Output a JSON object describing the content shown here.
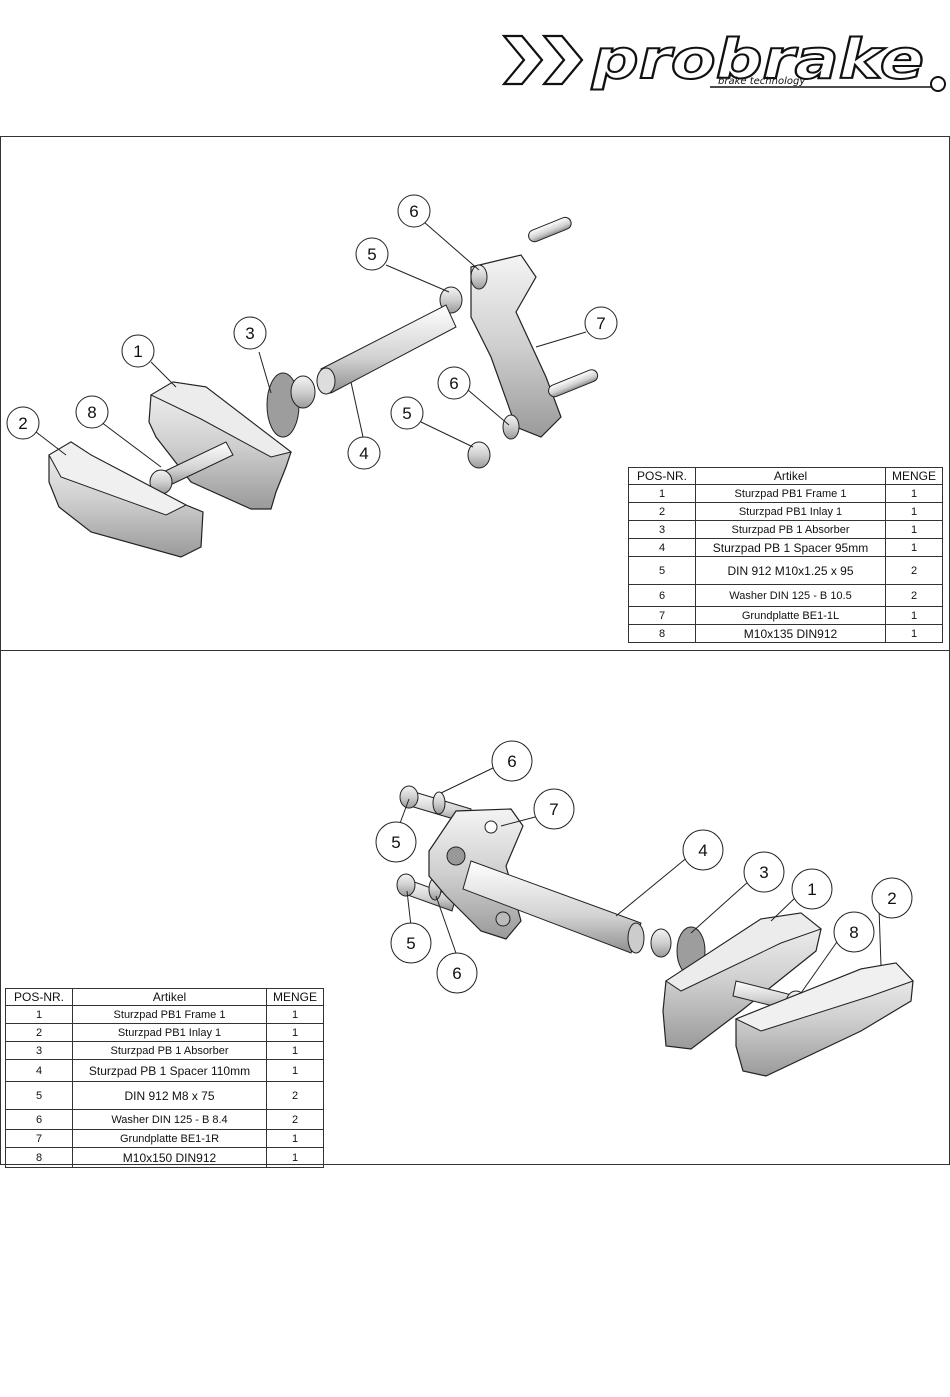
{
  "brand": {
    "name": "probrake",
    "tagline": "brake technology"
  },
  "bom_header": {
    "pos": "POS-NR.",
    "artikel": "Artikel",
    "menge": "MENGE"
  },
  "bom_left": [
    {
      "pos": "1",
      "artikel": "Sturzpad PB1 Frame 1",
      "menge": "1"
    },
    {
      "pos": "2",
      "artikel": "Sturzpad PB1 Inlay 1",
      "menge": "1"
    },
    {
      "pos": "3",
      "artikel": "Sturzpad PB 1 Absorber",
      "menge": "1"
    },
    {
      "pos": "4",
      "artikel": "Sturzpad PB 1 Spacer 95mm",
      "menge": "1"
    },
    {
      "pos": "5",
      "artikel": "DIN 912 M10x1.25 x 95",
      "menge": "2"
    },
    {
      "pos": "6",
      "artikel": "Washer DIN 125 - B 10.5",
      "menge": "2"
    },
    {
      "pos": "7",
      "artikel": "Grundplatte BE1-1L",
      "menge": "1"
    },
    {
      "pos": "8",
      "artikel": "M10x135 DIN912",
      "menge": "1"
    }
  ],
  "bom_right": [
    {
      "pos": "1",
      "artikel": "Sturzpad PB1 Frame 1",
      "menge": "1"
    },
    {
      "pos": "2",
      "artikel": "Sturzpad PB1 Inlay 1",
      "menge": "1"
    },
    {
      "pos": "3",
      "artikel": "Sturzpad PB 1 Absorber",
      "menge": "1"
    },
    {
      "pos": "4",
      "artikel": "Sturzpad PB 1 Spacer 110mm",
      "menge": "1"
    },
    {
      "pos": "5",
      "artikel": "DIN 912 M8 x 75",
      "menge": "2"
    },
    {
      "pos": "6",
      "artikel": "Washer DIN 125 - B 8.4",
      "menge": "2"
    },
    {
      "pos": "7",
      "artikel": "Grundplatte BE1-1R",
      "menge": "1"
    },
    {
      "pos": "8",
      "artikel": "M10x150 DIN912",
      "menge": "1"
    }
  ],
  "balloons_top": [
    "6",
    "5",
    "7",
    "3",
    "1",
    "8",
    "2",
    "6",
    "5",
    "4"
  ],
  "balloons_bottom": [
    "6",
    "7",
    "5",
    "4",
    "3",
    "1",
    "2",
    "8",
    "5",
    "6"
  ]
}
